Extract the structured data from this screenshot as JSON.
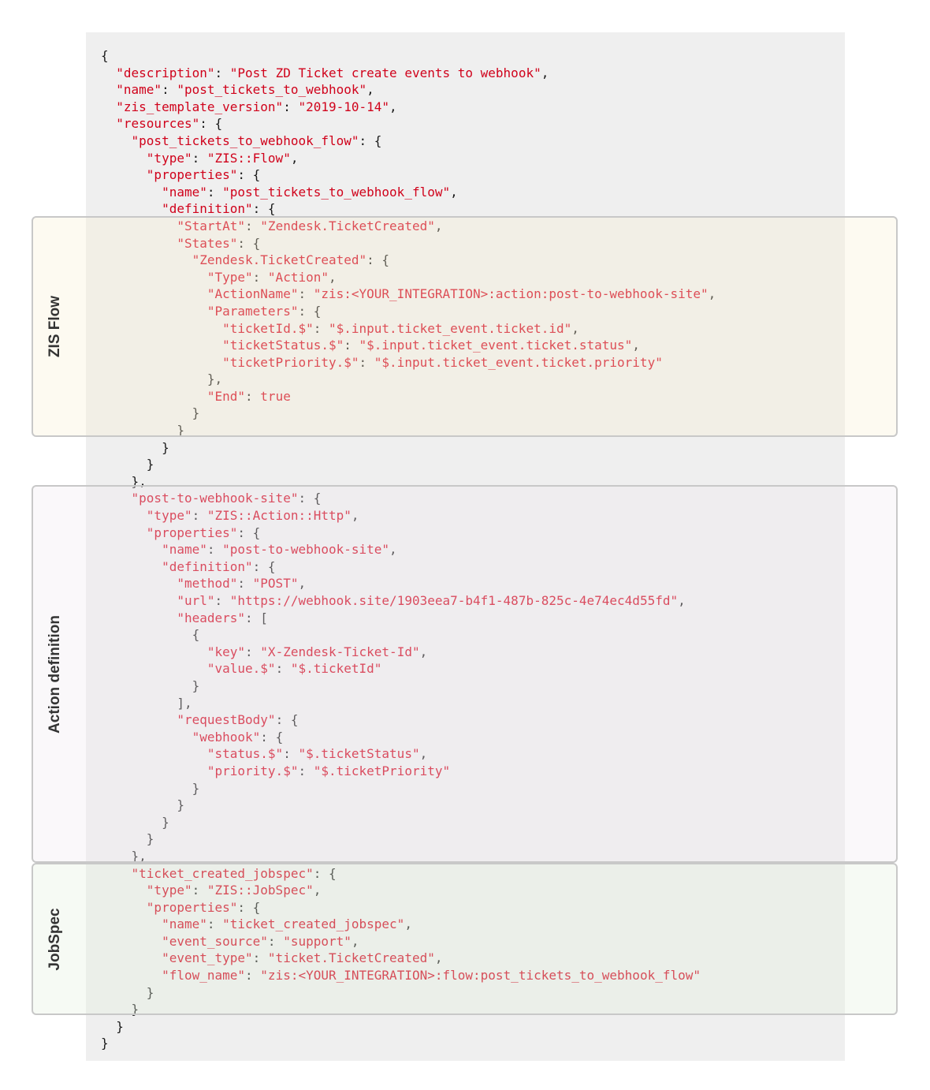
{
  "regions": {
    "zis_flow": "ZIS Flow",
    "action_definition": "Action definition",
    "jobspec": "JobSpec"
  },
  "colors": {
    "key": "#d0021b",
    "string": "#d0021b",
    "punctuation": "#1a1a1a",
    "panel": "#efefef"
  },
  "code_lines": [
    {
      "indent": 0,
      "tokens": [
        {
          "t": "p",
          "v": "{"
        }
      ]
    },
    {
      "indent": 1,
      "tokens": [
        {
          "t": "k",
          "v": "\"description\""
        },
        {
          "t": "p",
          "v": ": "
        },
        {
          "t": "s",
          "v": "\"Post ZD Ticket create events to webhook\""
        },
        {
          "t": "p",
          "v": ","
        }
      ]
    },
    {
      "indent": 1,
      "tokens": [
        {
          "t": "k",
          "v": "\"name\""
        },
        {
          "t": "p",
          "v": ": "
        },
        {
          "t": "s",
          "v": "\"post_tickets_to_webhook\""
        },
        {
          "t": "p",
          "v": ","
        }
      ]
    },
    {
      "indent": 1,
      "tokens": [
        {
          "t": "k",
          "v": "\"zis_template_version\""
        },
        {
          "t": "p",
          "v": ": "
        },
        {
          "t": "s",
          "v": "\"2019-10-14\""
        },
        {
          "t": "p",
          "v": ","
        }
      ]
    },
    {
      "indent": 1,
      "tokens": [
        {
          "t": "k",
          "v": "\"resources\""
        },
        {
          "t": "p",
          "v": ": {"
        }
      ]
    },
    {
      "indent": 2,
      "tokens": [
        {
          "t": "k",
          "v": "\"post_tickets_to_webhook_flow\""
        },
        {
          "t": "p",
          "v": ": {"
        }
      ]
    },
    {
      "indent": 3,
      "tokens": [
        {
          "t": "k",
          "v": "\"type\""
        },
        {
          "t": "p",
          "v": ": "
        },
        {
          "t": "s",
          "v": "\"ZIS::Flow\""
        },
        {
          "t": "p",
          "v": ","
        }
      ]
    },
    {
      "indent": 3,
      "tokens": [
        {
          "t": "k",
          "v": "\"properties\""
        },
        {
          "t": "p",
          "v": ": {"
        }
      ]
    },
    {
      "indent": 4,
      "tokens": [
        {
          "t": "k",
          "v": "\"name\""
        },
        {
          "t": "p",
          "v": ": "
        },
        {
          "t": "s",
          "v": "\"post_tickets_to_webhook_flow\""
        },
        {
          "t": "p",
          "v": ","
        }
      ]
    },
    {
      "indent": 4,
      "tokens": [
        {
          "t": "k",
          "v": "\"definition\""
        },
        {
          "t": "p",
          "v": ": {"
        }
      ]
    },
    {
      "indent": 5,
      "tokens": [
        {
          "t": "k",
          "v": "\"StartAt\""
        },
        {
          "t": "p",
          "v": ": "
        },
        {
          "t": "s",
          "v": "\"Zendesk.TicketCreated\""
        },
        {
          "t": "p",
          "v": ","
        }
      ]
    },
    {
      "indent": 5,
      "tokens": [
        {
          "t": "k",
          "v": "\"States\""
        },
        {
          "t": "p",
          "v": ": {"
        }
      ]
    },
    {
      "indent": 6,
      "tokens": [
        {
          "t": "k",
          "v": "\"Zendesk.TicketCreated\""
        },
        {
          "t": "p",
          "v": ": {"
        }
      ]
    },
    {
      "indent": 7,
      "tokens": [
        {
          "t": "k",
          "v": "\"Type\""
        },
        {
          "t": "p",
          "v": ": "
        },
        {
          "t": "s",
          "v": "\"Action\""
        },
        {
          "t": "p",
          "v": ","
        }
      ]
    },
    {
      "indent": 7,
      "tokens": [
        {
          "t": "k",
          "v": "\"ActionName\""
        },
        {
          "t": "p",
          "v": ": "
        },
        {
          "t": "s",
          "v": "\"zis:<YOUR_INTEGRATION>:action:post-to-webhook-site\""
        },
        {
          "t": "p",
          "v": ","
        }
      ]
    },
    {
      "indent": 7,
      "tokens": [
        {
          "t": "k",
          "v": "\"Parameters\""
        },
        {
          "t": "p",
          "v": ": {"
        }
      ]
    },
    {
      "indent": 8,
      "tokens": [
        {
          "t": "k",
          "v": "\"ticketId.$\""
        },
        {
          "t": "p",
          "v": ": "
        },
        {
          "t": "s",
          "v": "\"$.input.ticket_event.ticket.id\""
        },
        {
          "t": "p",
          "v": ","
        }
      ]
    },
    {
      "indent": 8,
      "tokens": [
        {
          "t": "k",
          "v": "\"ticketStatus.$\""
        },
        {
          "t": "p",
          "v": ": "
        },
        {
          "t": "s",
          "v": "\"$.input.ticket_event.ticket.status\""
        },
        {
          "t": "p",
          "v": ","
        }
      ]
    },
    {
      "indent": 8,
      "tokens": [
        {
          "t": "k",
          "v": "\"ticketPriority.$\""
        },
        {
          "t": "p",
          "v": ": "
        },
        {
          "t": "s",
          "v": "\"$.input.ticket_event.ticket.priority\""
        }
      ]
    },
    {
      "indent": 7,
      "tokens": [
        {
          "t": "p",
          "v": "},"
        }
      ]
    },
    {
      "indent": 7,
      "tokens": [
        {
          "t": "k",
          "v": "\"End\""
        },
        {
          "t": "p",
          "v": ": "
        },
        {
          "t": "s",
          "v": "true"
        }
      ]
    },
    {
      "indent": 6,
      "tokens": [
        {
          "t": "p",
          "v": "}"
        }
      ]
    },
    {
      "indent": 5,
      "tokens": [
        {
          "t": "p",
          "v": "}"
        }
      ]
    },
    {
      "indent": 4,
      "tokens": [
        {
          "t": "p",
          "v": "}"
        }
      ]
    },
    {
      "indent": 3,
      "tokens": [
        {
          "t": "p",
          "v": "}"
        }
      ]
    },
    {
      "indent": 2,
      "tokens": [
        {
          "t": "p",
          "v": "},"
        }
      ]
    },
    {
      "indent": 2,
      "tokens": [
        {
          "t": "k",
          "v": "\"post-to-webhook-site\""
        },
        {
          "t": "p",
          "v": ": {"
        }
      ]
    },
    {
      "indent": 3,
      "tokens": [
        {
          "t": "k",
          "v": "\"type\""
        },
        {
          "t": "p",
          "v": ": "
        },
        {
          "t": "s",
          "v": "\"ZIS::Action::Http\""
        },
        {
          "t": "p",
          "v": ","
        }
      ]
    },
    {
      "indent": 3,
      "tokens": [
        {
          "t": "k",
          "v": "\"properties\""
        },
        {
          "t": "p",
          "v": ": {"
        }
      ]
    },
    {
      "indent": 4,
      "tokens": [
        {
          "t": "k",
          "v": "\"name\""
        },
        {
          "t": "p",
          "v": ": "
        },
        {
          "t": "s",
          "v": "\"post-to-webhook-site\""
        },
        {
          "t": "p",
          "v": ","
        }
      ]
    },
    {
      "indent": 4,
      "tokens": [
        {
          "t": "k",
          "v": "\"definition\""
        },
        {
          "t": "p",
          "v": ": {"
        }
      ]
    },
    {
      "indent": 5,
      "tokens": [
        {
          "t": "k",
          "v": "\"method\""
        },
        {
          "t": "p",
          "v": ": "
        },
        {
          "t": "s",
          "v": "\"POST\""
        },
        {
          "t": "p",
          "v": ","
        }
      ]
    },
    {
      "indent": 5,
      "tokens": [
        {
          "t": "k",
          "v": "\"url\""
        },
        {
          "t": "p",
          "v": ": "
        },
        {
          "t": "s",
          "v": "\"https://webhook.site/1903eea7-b4f1-487b-825c-4e74ec4d55fd\""
        },
        {
          "t": "p",
          "v": ","
        }
      ]
    },
    {
      "indent": 5,
      "tokens": [
        {
          "t": "k",
          "v": "\"headers\""
        },
        {
          "t": "p",
          "v": ": ["
        }
      ]
    },
    {
      "indent": 6,
      "tokens": [
        {
          "t": "p",
          "v": "{"
        }
      ]
    },
    {
      "indent": 7,
      "tokens": [
        {
          "t": "k",
          "v": "\"key\""
        },
        {
          "t": "p",
          "v": ": "
        },
        {
          "t": "s",
          "v": "\"X-Zendesk-Ticket-Id\""
        },
        {
          "t": "p",
          "v": ","
        }
      ]
    },
    {
      "indent": 7,
      "tokens": [
        {
          "t": "k",
          "v": "\"value.$\""
        },
        {
          "t": "p",
          "v": ": "
        },
        {
          "t": "s",
          "v": "\"$.ticketId\""
        }
      ]
    },
    {
      "indent": 6,
      "tokens": [
        {
          "t": "p",
          "v": "}"
        }
      ]
    },
    {
      "indent": 5,
      "tokens": [
        {
          "t": "p",
          "v": "],"
        }
      ]
    },
    {
      "indent": 5,
      "tokens": [
        {
          "t": "k",
          "v": "\"requestBody\""
        },
        {
          "t": "p",
          "v": ": {"
        }
      ]
    },
    {
      "indent": 6,
      "tokens": [
        {
          "t": "k",
          "v": "\"webhook\""
        },
        {
          "t": "p",
          "v": ": {"
        }
      ]
    },
    {
      "indent": 7,
      "tokens": [
        {
          "t": "k",
          "v": "\"status.$\""
        },
        {
          "t": "p",
          "v": ": "
        },
        {
          "t": "s",
          "v": "\"$.ticketStatus\""
        },
        {
          "t": "p",
          "v": ","
        }
      ]
    },
    {
      "indent": 7,
      "tokens": [
        {
          "t": "k",
          "v": "\"priority.$\""
        },
        {
          "t": "p",
          "v": ": "
        },
        {
          "t": "s",
          "v": "\"$.ticketPriority\""
        }
      ]
    },
    {
      "indent": 6,
      "tokens": [
        {
          "t": "p",
          "v": "}"
        }
      ]
    },
    {
      "indent": 5,
      "tokens": [
        {
          "t": "p",
          "v": "}"
        }
      ]
    },
    {
      "indent": 4,
      "tokens": [
        {
          "t": "p",
          "v": "}"
        }
      ]
    },
    {
      "indent": 3,
      "tokens": [
        {
          "t": "p",
          "v": "}"
        }
      ]
    },
    {
      "indent": 2,
      "tokens": [
        {
          "t": "p",
          "v": "},"
        }
      ]
    },
    {
      "indent": 2,
      "tokens": [
        {
          "t": "k",
          "v": "\"ticket_created_jobspec\""
        },
        {
          "t": "p",
          "v": ": {"
        }
      ]
    },
    {
      "indent": 3,
      "tokens": [
        {
          "t": "k",
          "v": "\"type\""
        },
        {
          "t": "p",
          "v": ": "
        },
        {
          "t": "s",
          "v": "\"ZIS::JobSpec\""
        },
        {
          "t": "p",
          "v": ","
        }
      ]
    },
    {
      "indent": 3,
      "tokens": [
        {
          "t": "k",
          "v": "\"properties\""
        },
        {
          "t": "p",
          "v": ": {"
        }
      ]
    },
    {
      "indent": 4,
      "tokens": [
        {
          "t": "k",
          "v": "\"name\""
        },
        {
          "t": "p",
          "v": ": "
        },
        {
          "t": "s",
          "v": "\"ticket_created_jobspec\""
        },
        {
          "t": "p",
          "v": ","
        }
      ]
    },
    {
      "indent": 4,
      "tokens": [
        {
          "t": "k",
          "v": "\"event_source\""
        },
        {
          "t": "p",
          "v": ": "
        },
        {
          "t": "s",
          "v": "\"support\""
        },
        {
          "t": "p",
          "v": ","
        }
      ]
    },
    {
      "indent": 4,
      "tokens": [
        {
          "t": "k",
          "v": "\"event_type\""
        },
        {
          "t": "p",
          "v": ": "
        },
        {
          "t": "s",
          "v": "\"ticket.TicketCreated\""
        },
        {
          "t": "p",
          "v": ","
        }
      ]
    },
    {
      "indent": 4,
      "tokens": [
        {
          "t": "k",
          "v": "\"flow_name\""
        },
        {
          "t": "p",
          "v": ": "
        },
        {
          "t": "s",
          "v": "\"zis:<YOUR_INTEGRATION>:flow:post_tickets_to_webhook_flow\""
        }
      ]
    },
    {
      "indent": 3,
      "tokens": [
        {
          "t": "p",
          "v": "}"
        }
      ]
    },
    {
      "indent": 2,
      "tokens": [
        {
          "t": "p",
          "v": "}"
        }
      ]
    },
    {
      "indent": 1,
      "tokens": [
        {
          "t": "p",
          "v": "}"
        }
      ]
    },
    {
      "indent": 0,
      "tokens": [
        {
          "t": "p",
          "v": "}"
        }
      ]
    }
  ]
}
